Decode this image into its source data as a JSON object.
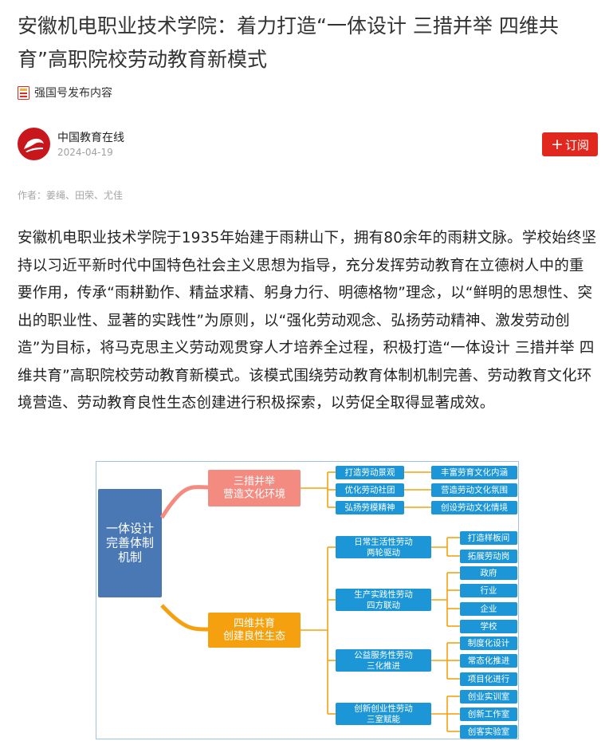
{
  "article": {
    "title": "安徽机电职业技术学院：着力打造“一体设计 三措并举 四维共育”高职院校劳动教育新模式",
    "source_label": "强国号发布内容",
    "author": {
      "name": "中国教育在线",
      "date": "2024-04-19"
    },
    "subscribe_label": "订阅",
    "byline": "作者：姜绳、田荣、尤佳",
    "paragraph": "安徽机电职业技术学院于1935年始建于雨耕山下，拥有80余年的雨耕文脉。学校始终坚持以习近平新时代中国特色社会主义思想为指导，充分发挥劳动教育在立德树人中的重要作用，传承“雨耕勤作、精益求精、躬身力行、明德格物”理念，以“鲜明的思想性、突出的职业性、显著的实践性”为原则，以“强化劳动观念、弘扬劳动精神、激发劳动创造”为目标，将马克思主义劳动观贯穿人才培养全过程，积极打造“一体设计 三措并举 四维共育”高职院校劳动教育新模式。该模式围绕劳动教育体制机制完善、劳动教育文化环境营造、劳动教育良性生态创建进行积极探索，以劳促全取得显著成效。"
  },
  "colors": {
    "accent_red": "#e0281f",
    "avatar_red": "#c8161d",
    "root_blue": "#4a78b5",
    "salmon": "#f38b80",
    "orange": "#f5a10f",
    "leaf_blue": "#1c96d6"
  },
  "diagram": {
    "root": [
      "一体设计",
      "完善体制",
      "机制"
    ],
    "branch1": {
      "label": [
        "三措并举",
        "营造文化环境"
      ],
      "items": [
        {
          "left": "打造劳动景观",
          "right": "丰富劳育文化内涵"
        },
        {
          "left": "优化劳动社团",
          "right": "营造劳动文化氛围"
        },
        {
          "left": "弘扬劳模精神",
          "right": "创设劳动文化情境"
        }
      ]
    },
    "branch2": {
      "label": [
        "四维共育",
        "创建良性生态"
      ],
      "groups": [
        {
          "label": [
            "日常生活性劳动",
            "两轮驱动"
          ],
          "leaves": [
            "打造样板间",
            "拓展劳动岗"
          ]
        },
        {
          "label": [
            "生产实践性劳动",
            "四方联动"
          ],
          "leaves": [
            "政府",
            "行业",
            "企业",
            "学校"
          ]
        },
        {
          "label": [
            "公益服务性劳动",
            "三化推进"
          ],
          "leaves": [
            "制度化设计",
            "常态化推进",
            "项目化进行"
          ]
        },
        {
          "label": [
            "创新创业性劳动",
            "三室赋能"
          ],
          "leaves": [
            "创业实训室",
            "创新工作室",
            "创客实验室"
          ]
        }
      ]
    }
  }
}
